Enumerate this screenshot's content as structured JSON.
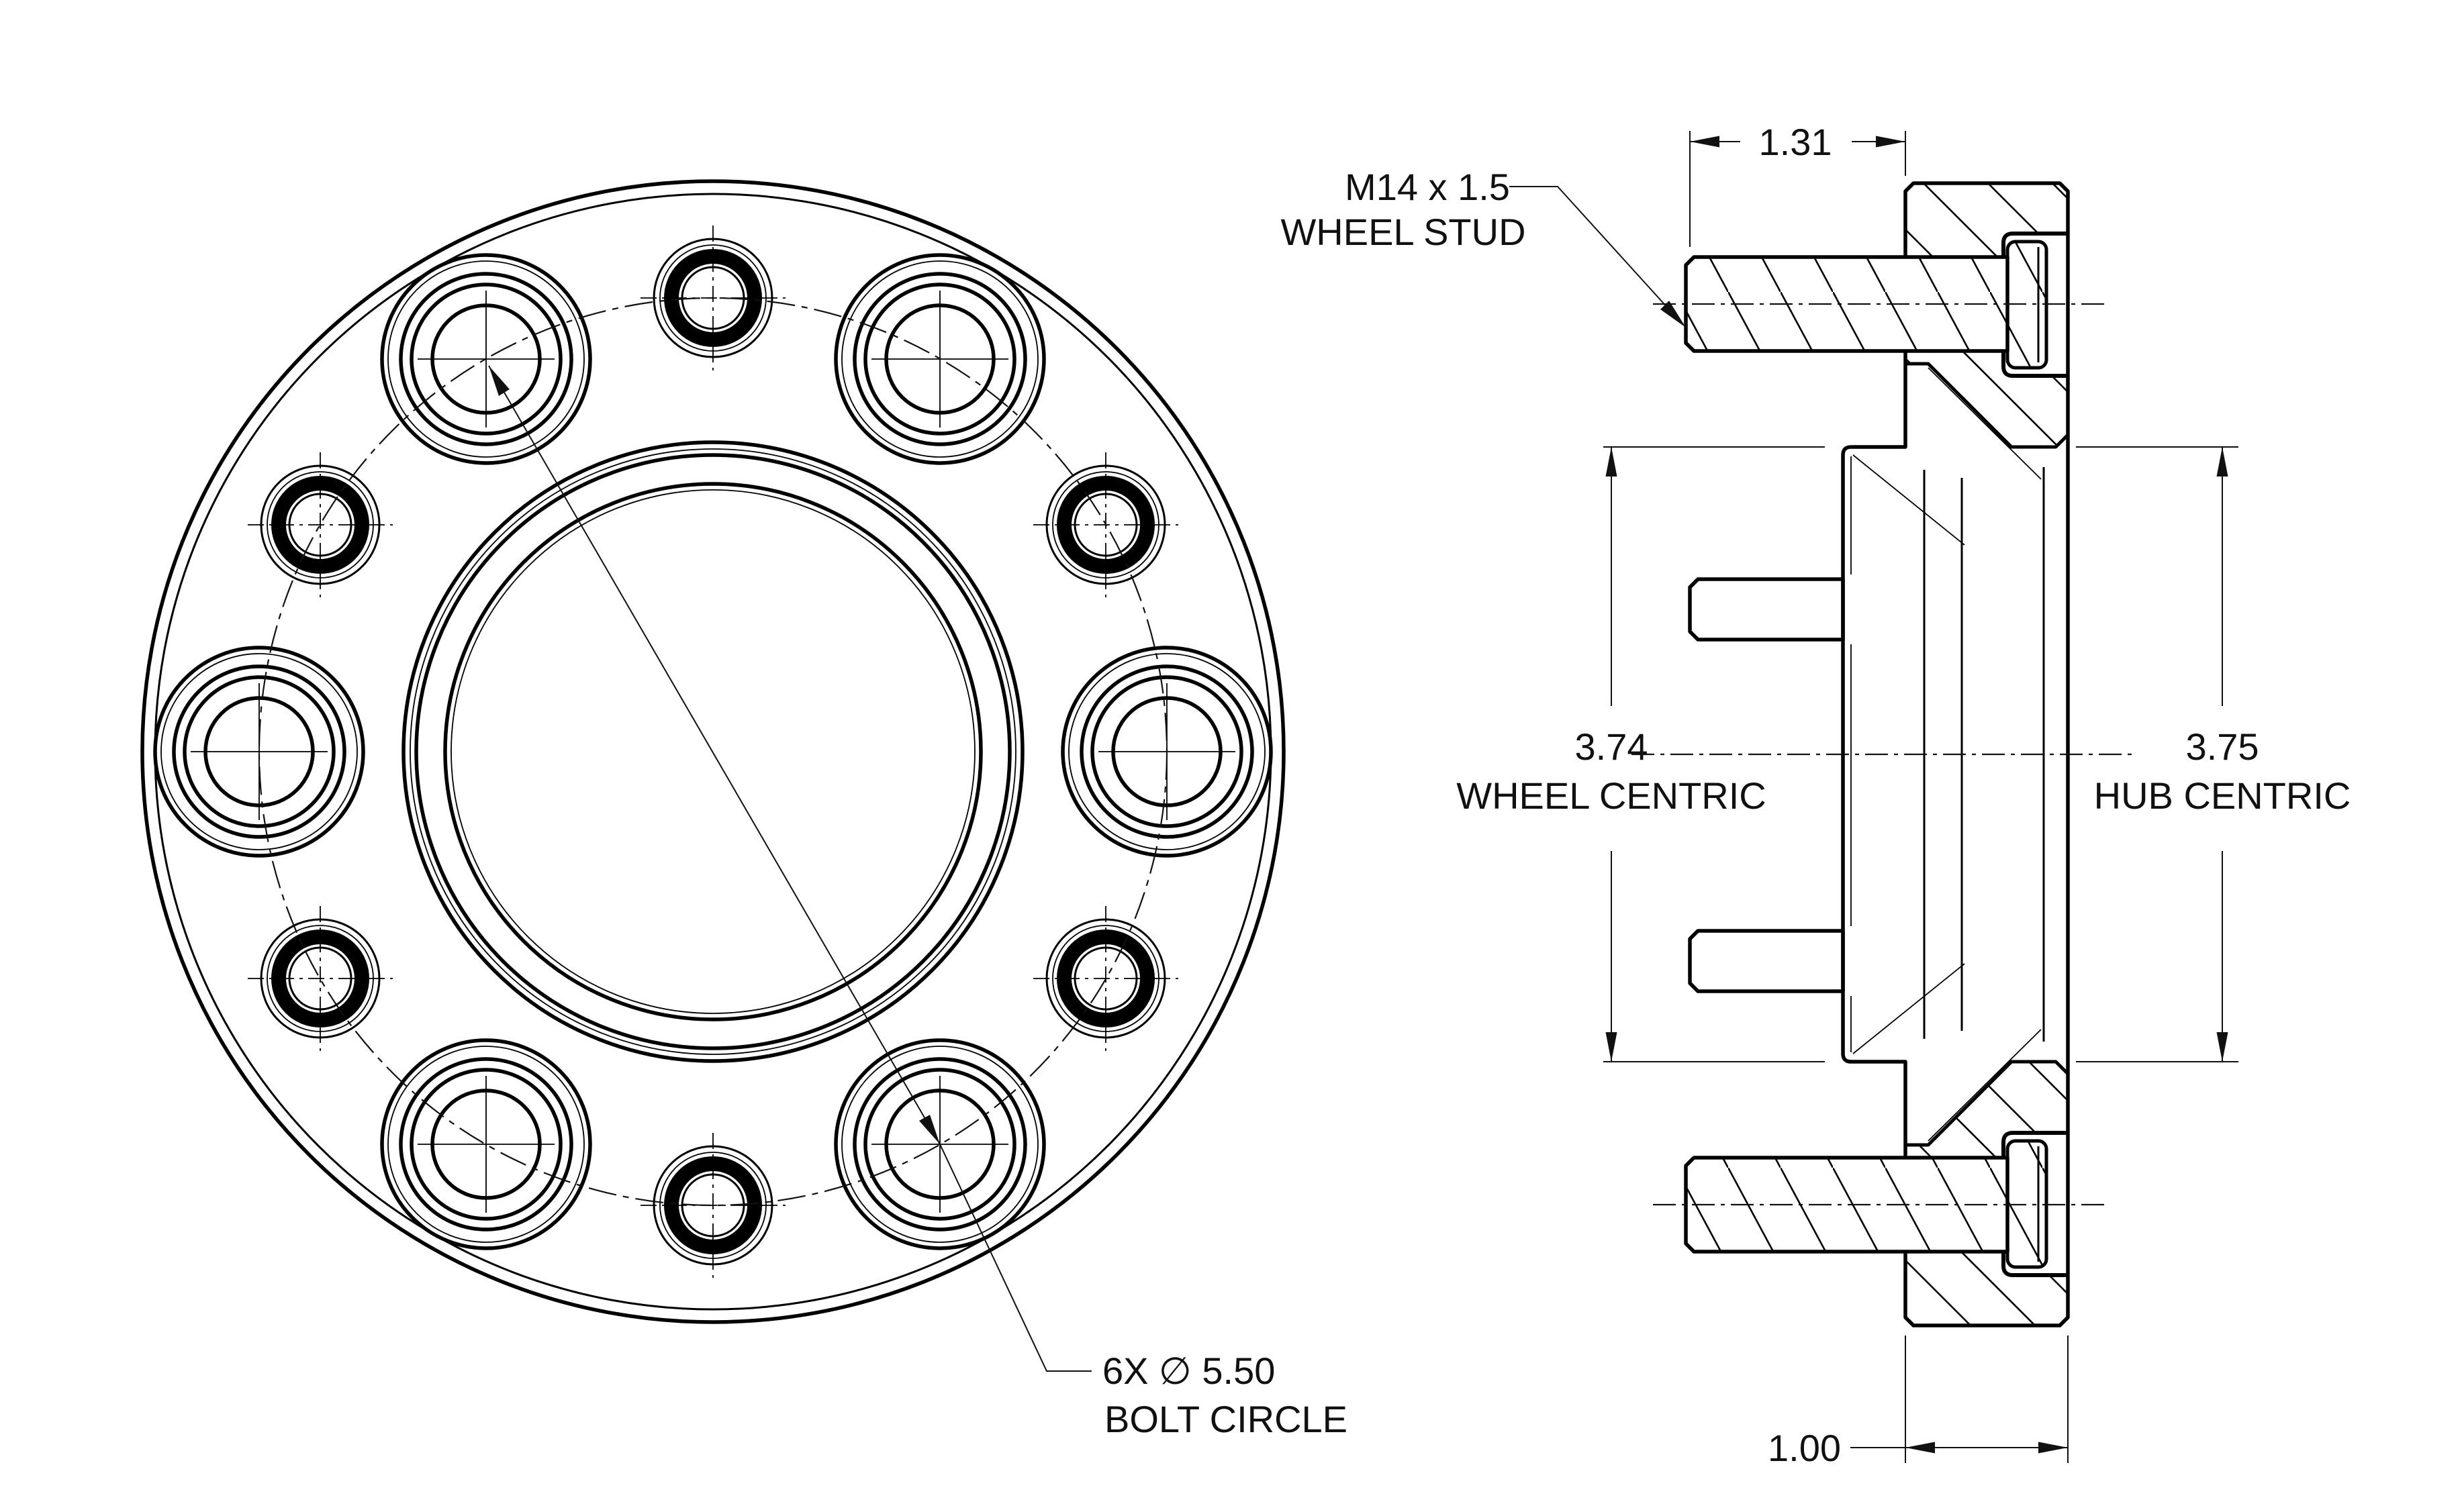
{
  "drawing": {
    "type": "technical-drawing",
    "subject": "hub centric wheel spacer adapter",
    "colors": {
      "line": "#000000",
      "background": "#ffffff",
      "text": "#111111"
    },
    "front_view": {
      "large_hole_count": 6,
      "small_hole_count": 6,
      "bolt_label_line1": "6X ∅ 5.50",
      "bolt_label_line2": "BOLT CIRCLE",
      "bolt_circle_diameter": "5.50"
    },
    "side_view": {
      "stud_label_line1": "M14 x 1.5",
      "stud_label_line2": "WHEEL STUD",
      "dim_protrusion": "1.31",
      "dim_thickness": "1.00",
      "wheel_centric_value": "3.74",
      "wheel_centric_label": "WHEEL CENTRIC",
      "hub_centric_value": "3.75",
      "hub_centric_label": "HUB CENTRIC"
    }
  }
}
